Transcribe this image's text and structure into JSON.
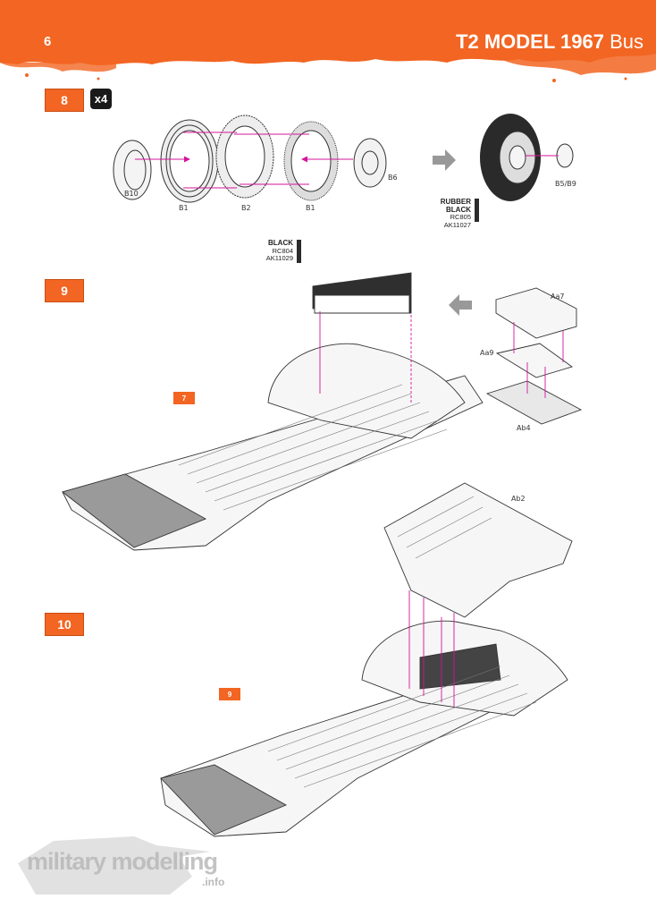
{
  "header": {
    "page_number": "6",
    "title_bold": "T2 MODEL 1967",
    "title_light": "Bus",
    "accent_color": "#f26522"
  },
  "step8": {
    "number": "8",
    "quantity": "x4",
    "parts": [
      "B10",
      "B1",
      "B2",
      "B1",
      "B6",
      "B5/B9"
    ],
    "paint": {
      "name": "RUBBER BLACK",
      "codes": [
        "RC805",
        "AK11027"
      ]
    }
  },
  "step9": {
    "number": "9",
    "reference_step": "7",
    "parts": [
      "Aa7",
      "Aa9",
      "Ab4"
    ],
    "paint": {
      "name": "BLACK",
      "codes": [
        "RC804",
        "AK11029"
      ]
    }
  },
  "step10": {
    "number": "10",
    "reference_step": "9",
    "parts": [
      "Ab2"
    ]
  },
  "watermark": {
    "main": "military modelling",
    "sub": ".info"
  }
}
